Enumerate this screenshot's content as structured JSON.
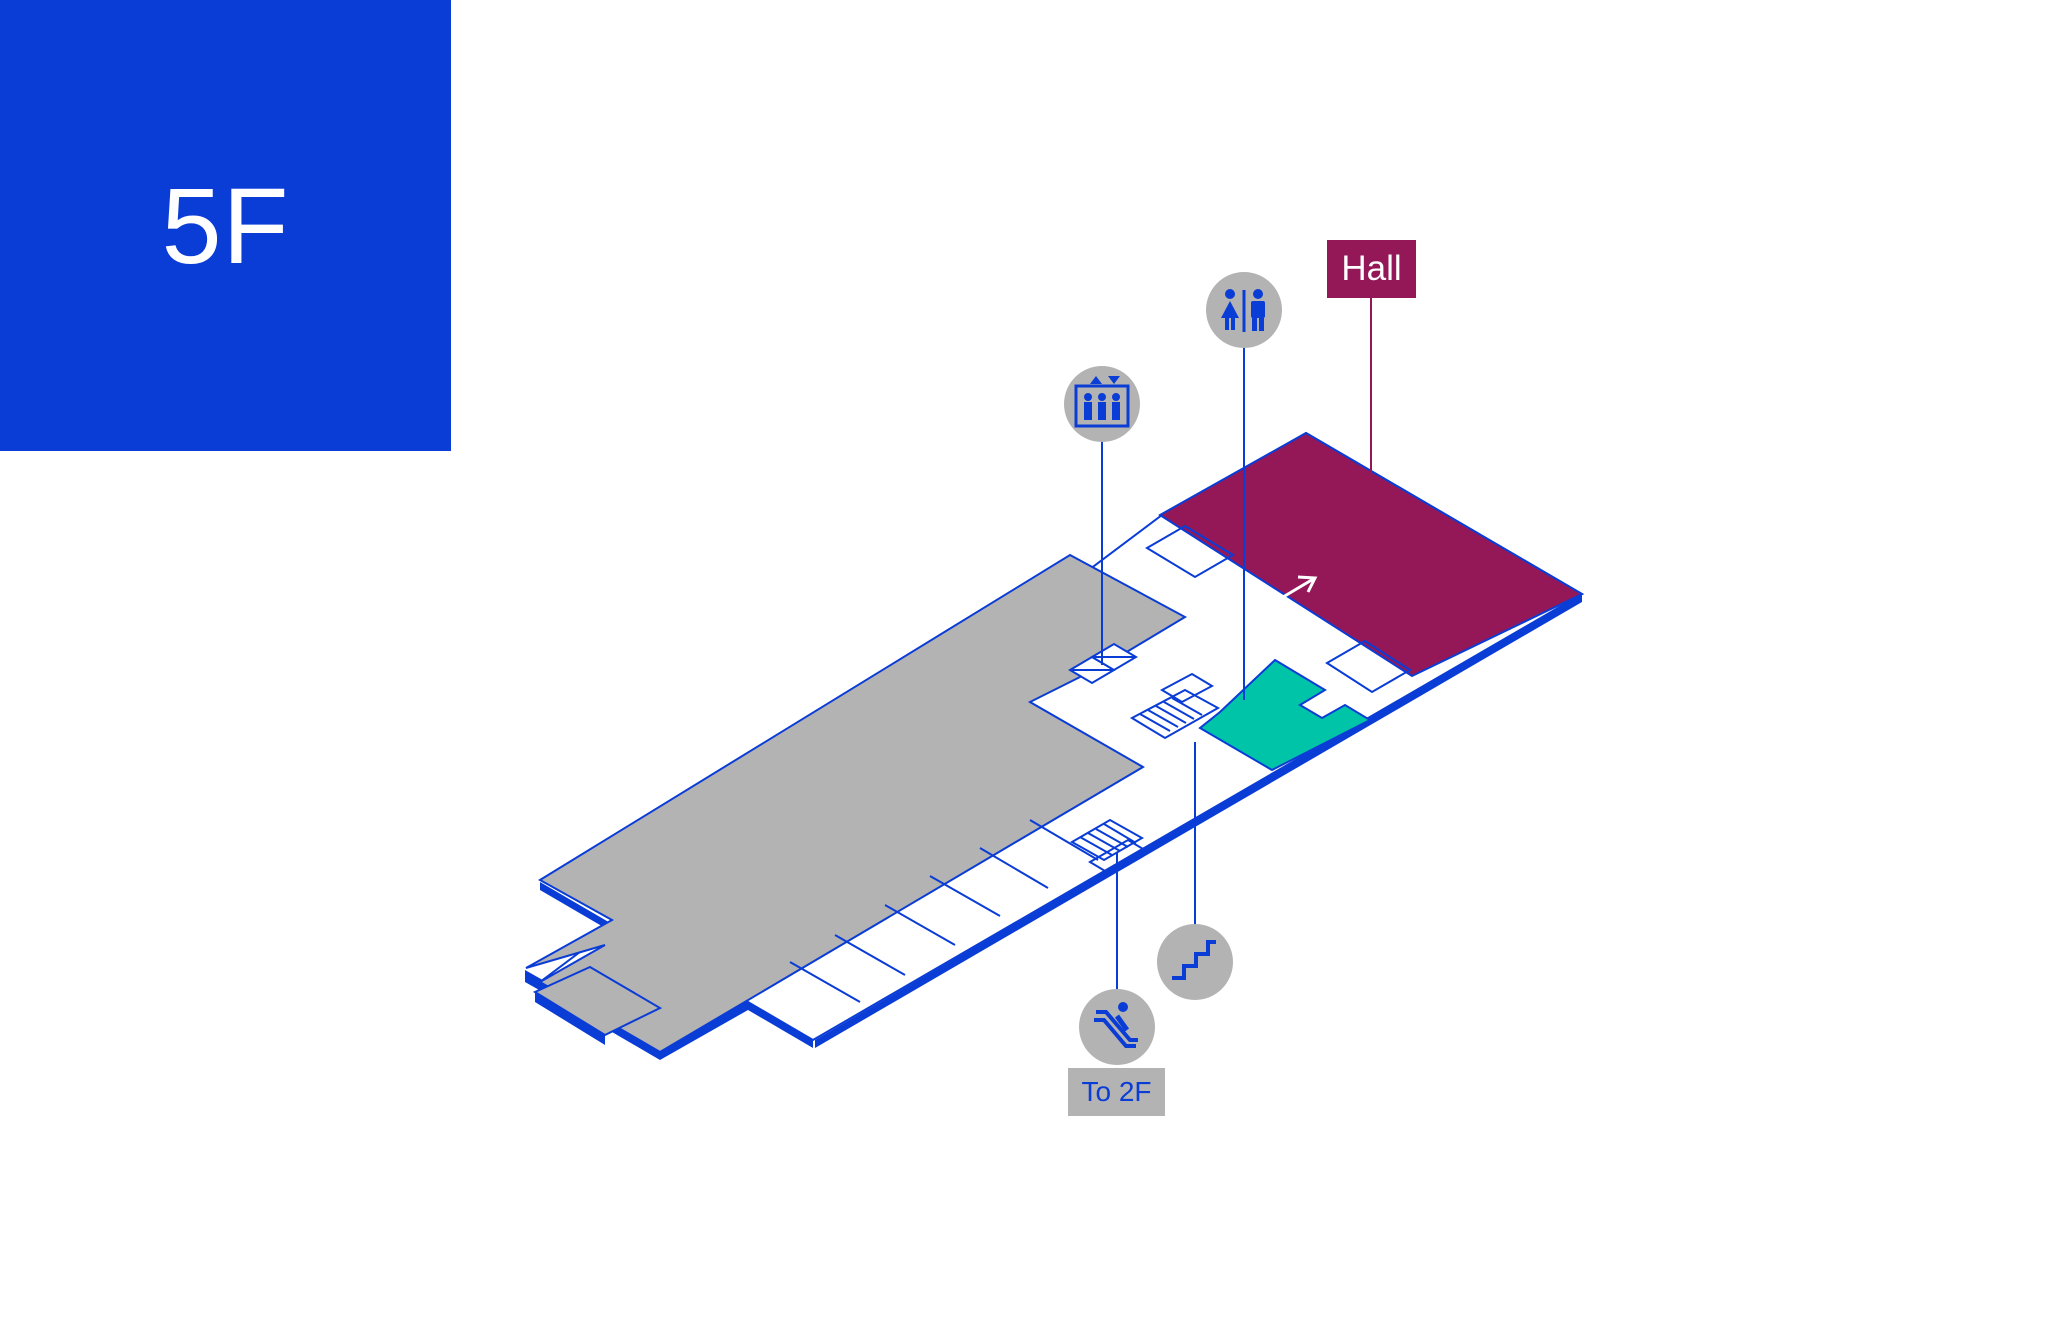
{
  "floor": {
    "label": "5F"
  },
  "labels": {
    "hall": "Hall",
    "to_floor": "To 2F"
  },
  "icons": {
    "elevator": "elevator-icon",
    "restroom": "restroom-icon",
    "stairs": "stairs-icon",
    "escalator": "escalator-icon"
  },
  "colors": {
    "brand_blue": "#0a3cd6",
    "hall": "#941858",
    "restroom_area": "#00c4a7",
    "store_area": "#b3b3b3",
    "icon_circle": "#b3b3b3"
  }
}
